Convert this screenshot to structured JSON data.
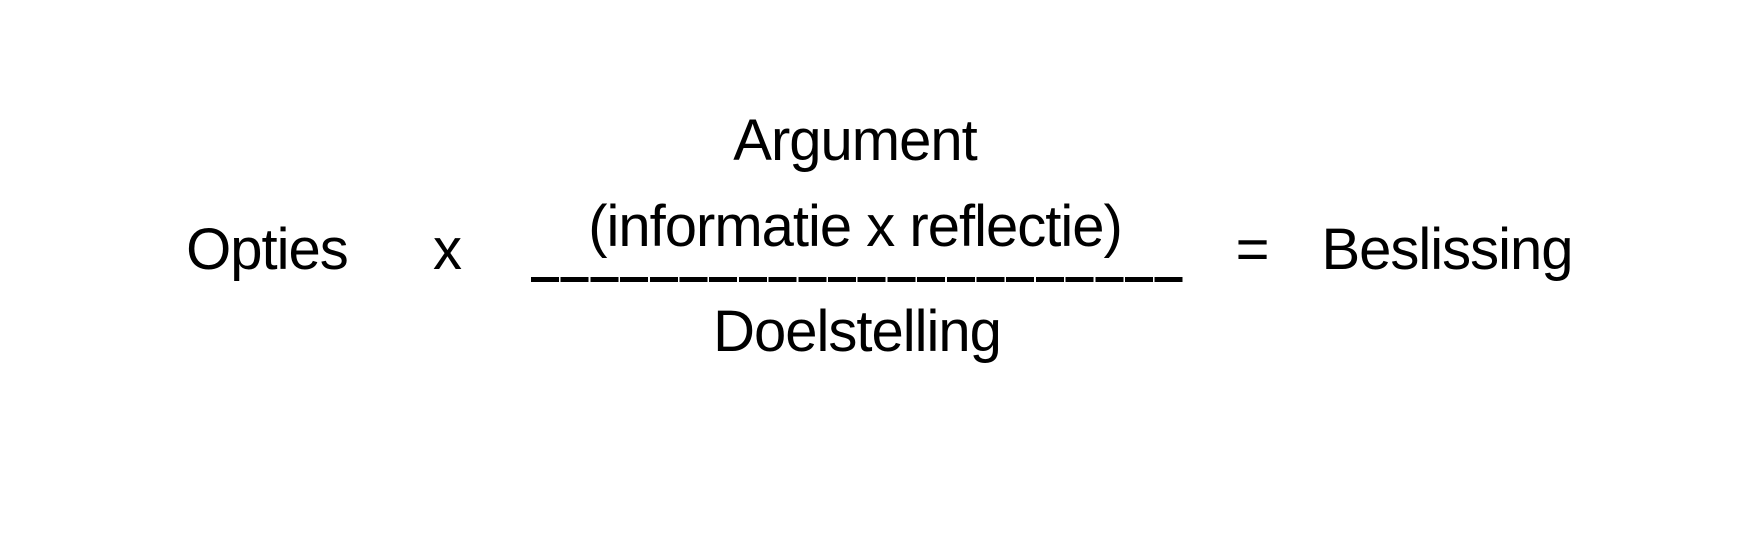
{
  "formula": {
    "left_operand": "Opties",
    "multiply_sign": "x",
    "fraction": {
      "numerator_title": "Argument",
      "numerator_detail": "(informatie x reflectie)",
      "denominator": "Doelstelling"
    },
    "equals_sign": "=",
    "result": "Beslissing"
  },
  "colors": {
    "text": "#000000",
    "background": "#ffffff"
  }
}
